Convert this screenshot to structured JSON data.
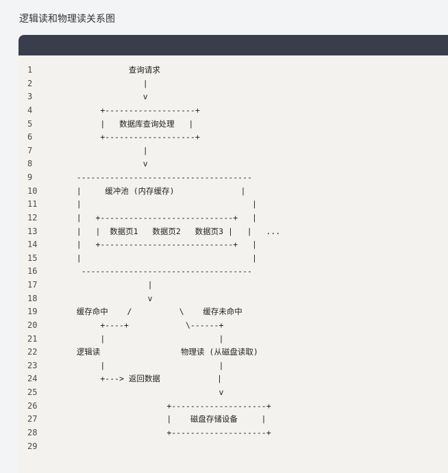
{
  "page": {
    "title": "逻辑读和物理读关系图"
  },
  "code_block": {
    "lines": [
      {
        "num": "1",
        "text": "              查询请求"
      },
      {
        "num": "2",
        "text": "                 |"
      },
      {
        "num": "3",
        "text": "                 v"
      },
      {
        "num": "4",
        "text": "        +-------------------+"
      },
      {
        "num": "5",
        "text": "        |   数据库查询处理   |"
      },
      {
        "num": "6",
        "text": "        +-------------------+"
      },
      {
        "num": "7",
        "text": "                 |"
      },
      {
        "num": "8",
        "text": "                 v"
      },
      {
        "num": "9",
        "text": "   -------------------------------------"
      },
      {
        "num": "10",
        "text": "   |     缓冲池 (内存缓存)              |"
      },
      {
        "num": "11",
        "text": "   |                                    |"
      },
      {
        "num": "12",
        "text": "   |   +----------------------------+   |"
      },
      {
        "num": "13",
        "text": "   |   |  数据页1   数据页2   数据页3 |   |   ..."
      },
      {
        "num": "14",
        "text": "   |   +----------------------------+   |"
      },
      {
        "num": "15",
        "text": "   |                                    |"
      },
      {
        "num": "16",
        "text": "    ------------------------------------"
      },
      {
        "num": "17",
        "text": "                  |"
      },
      {
        "num": "18",
        "text": "                  v"
      },
      {
        "num": "19",
        "text": "   缓存命中    /          \\    缓存未命中"
      },
      {
        "num": "20",
        "text": "        +----+            \\------+"
      },
      {
        "num": "21",
        "text": "        |                        |"
      },
      {
        "num": "22",
        "text": "   逻辑读                 物理读 (从磁盘读取)"
      },
      {
        "num": "23",
        "text": "        |                        |"
      },
      {
        "num": "24",
        "text": "        +---> 返回数据            |"
      },
      {
        "num": "25",
        "text": "                                 v"
      },
      {
        "num": "26",
        "text": "                      +--------------------+"
      },
      {
        "num": "27",
        "text": "                      |    磁盘存储设备     |"
      },
      {
        "num": "28",
        "text": "                      +--------------------+"
      },
      {
        "num": "29",
        "text": ""
      }
    ]
  },
  "colors": {
    "page_background": "#f3f4f6",
    "code_background": "#f4f2ee",
    "header_bar": "#3a3d4b",
    "text": "#222222"
  }
}
